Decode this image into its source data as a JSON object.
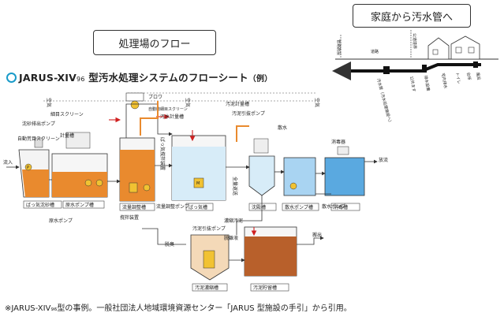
{
  "header": {
    "flow_title": "処理場のフロー",
    "home_title": "家庭から汚水管へ"
  },
  "main": {
    "title_prefix": "JARUS-XIV",
    "title_sub": "96",
    "title_rest": "型汚水処理システムのフローシート",
    "title_suffix": "（例）"
  },
  "footnote": "※JARUS-XIV₉₆型の事例。一般社団法人地域環境資源センター「JARUS 型施設の手引」から引用。",
  "diagram": {
    "labels": {
      "sand_pump": "沈砂排出ポンプ",
      "fine_screen": "細目スクリーン",
      "meter_tank": "計量槽",
      "auto_screen": "自動荒目スクリーン",
      "inflow": "流入",
      "grit_tank": "ばっ気沈砂槽",
      "raw_pump_tank": "原水ポンプ槽",
      "raw_pump": "原水ポンプ",
      "blower": "ブロワ",
      "auto_fine_screen": "自動微細目スクリーン",
      "wastewater_meter": "汚水計量槽",
      "flow_eq_tank": "流量調整槽",
      "eq_pump": "流量調整ポンプ",
      "mixer": "撹拌装置",
      "aeration_device": "ばっ気撹拌装置",
      "sludge_meter": "汚泥計量槽",
      "sludge_return_pump": "汚泥引抜ポンプ",
      "aeration_tank": "ばっ気槽",
      "settling_tank": "沈殿槽",
      "sprinkler_tank": "散水ポンプ槽",
      "disinfect_device": "消毒器",
      "disinfect_tank": "消毒槽",
      "sprinkler_pump": "散水ポンプ",
      "discharge": "放流",
      "sprinkle_water": "散水",
      "air": "空気",
      "return_sludge": "返送汚泥",
      "sludge_all_return": "全量返送",
      "thickened_sludge": "濃縮汚泥",
      "sludge_pump": "汚泥引抜ポンプ",
      "deodorization": "脱臭",
      "sludge_thicken_tank": "汚泥濃縮槽",
      "sludge_storage_tank": "汚泥貯留槽",
      "sludge_out": "搬出",
      "thicken_detach": "脱離液"
    },
    "home": {
      "sewer": "管路施設",
      "street": "道路",
      "house_line": "公道境界",
      "items": [
        "汚水管（汚水処理施設へ）",
        "公共ます",
        "排水設備",
        "宅内排水",
        "トイレ",
        "台所",
        "風呂"
      ]
    },
    "colors": {
      "orange": "#e98a2e",
      "blue": "#5aa9e0",
      "light_blue": "#a9d4f2",
      "sludge_brown": "#b8602b",
      "red": "#d02020",
      "yellow": "#f1c232"
    }
  }
}
